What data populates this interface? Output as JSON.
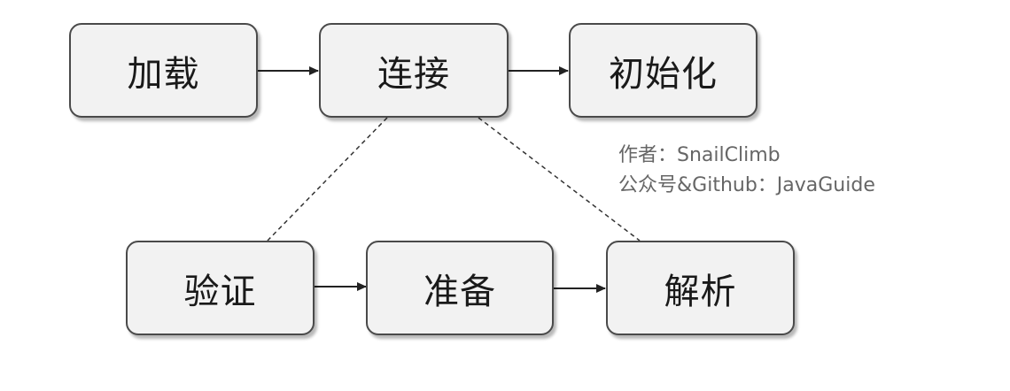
{
  "diagram": {
    "nodes": [
      {
        "id": "load",
        "label": "加载"
      },
      {
        "id": "link",
        "label": "连接"
      },
      {
        "id": "init",
        "label": "初始化"
      },
      {
        "id": "verify",
        "label": "验证"
      },
      {
        "id": "prepare",
        "label": "准备"
      },
      {
        "id": "resolve",
        "label": "解析"
      }
    ],
    "edges": [
      {
        "from": "load",
        "to": "link",
        "style": "solid-arrow"
      },
      {
        "from": "link",
        "to": "init",
        "style": "solid-arrow"
      },
      {
        "from": "verify",
        "to": "prepare",
        "style": "solid-arrow"
      },
      {
        "from": "prepare",
        "to": "resolve",
        "style": "solid-arrow"
      },
      {
        "from": "link",
        "to": "verify",
        "style": "dashed"
      },
      {
        "from": "link",
        "to": "resolve",
        "style": "dashed"
      }
    ]
  },
  "credits": {
    "author_line": "作者：SnailClimb",
    "account_line": "公众号&Github：JavaGuide"
  },
  "colors": {
    "box_fill": "#f2f2f2",
    "box_border": "#4a4a4a",
    "line": "#222222",
    "credit_text": "#666666"
  }
}
